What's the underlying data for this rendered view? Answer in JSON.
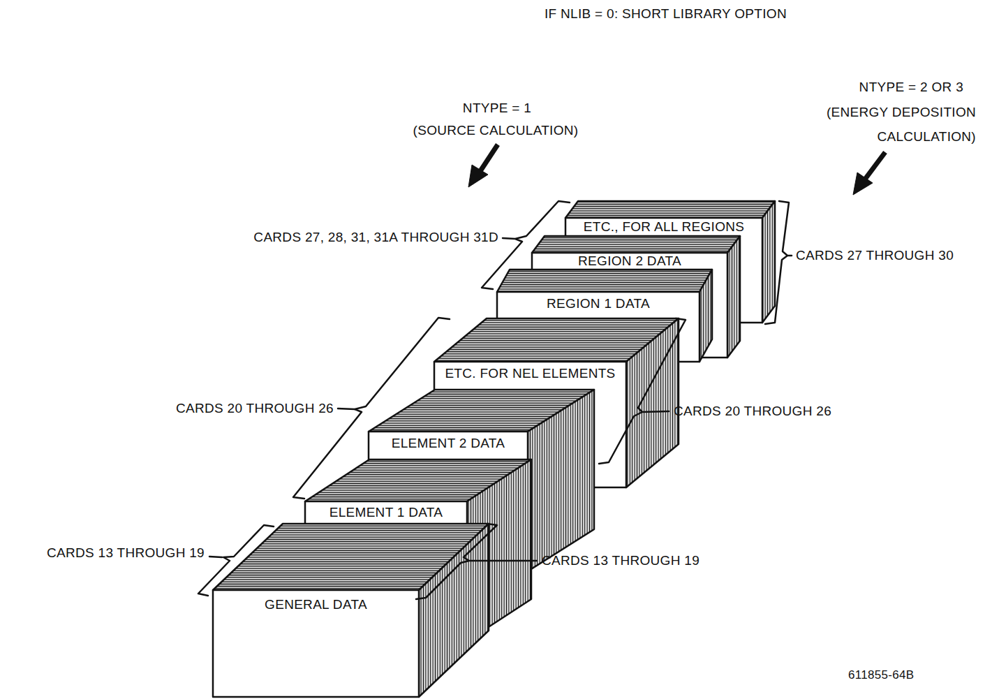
{
  "diagram": {
    "title": "IF NLIB = 0: SHORT LIBRARY OPTION",
    "nodes": [
      {
        "text": [
          "GENERAL DATA"
        ]
      },
      {
        "text": [
          "ELEMENT 1 DATA"
        ]
      },
      {
        "text": [
          "ELEMENT 2 DATA"
        ]
      },
      {
        "text": [
          "ETC. FOR NEL ELEMENTS"
        ]
      },
      {
        "text": [
          "REGION 1 DATA"
        ]
      },
      {
        "text": [
          "REGION 2 DATA"
        ]
      },
      {
        "text": [
          "ETC., FOR ALL REGIONS"
        ]
      }
    ],
    "labels": [
      "NTYPE = 1",
      "(SOURCE CALCULATION)",
      "NTYPE = 2 OR 3",
      "(ENERGY DEPOSITION CALCULATION)",
      "CARDS 13 THROUGH 19",
      "CARDS 13 THROUGH 19",
      "CARDS 20 THROUGH 26",
      "CARDS 20 THROUGH 26",
      "CARDS 27, 28, 31, 31A THROUGH 31D",
      "CARDS 27 THROUGH 30",
      "611855-64B"
    ]
  }
}
